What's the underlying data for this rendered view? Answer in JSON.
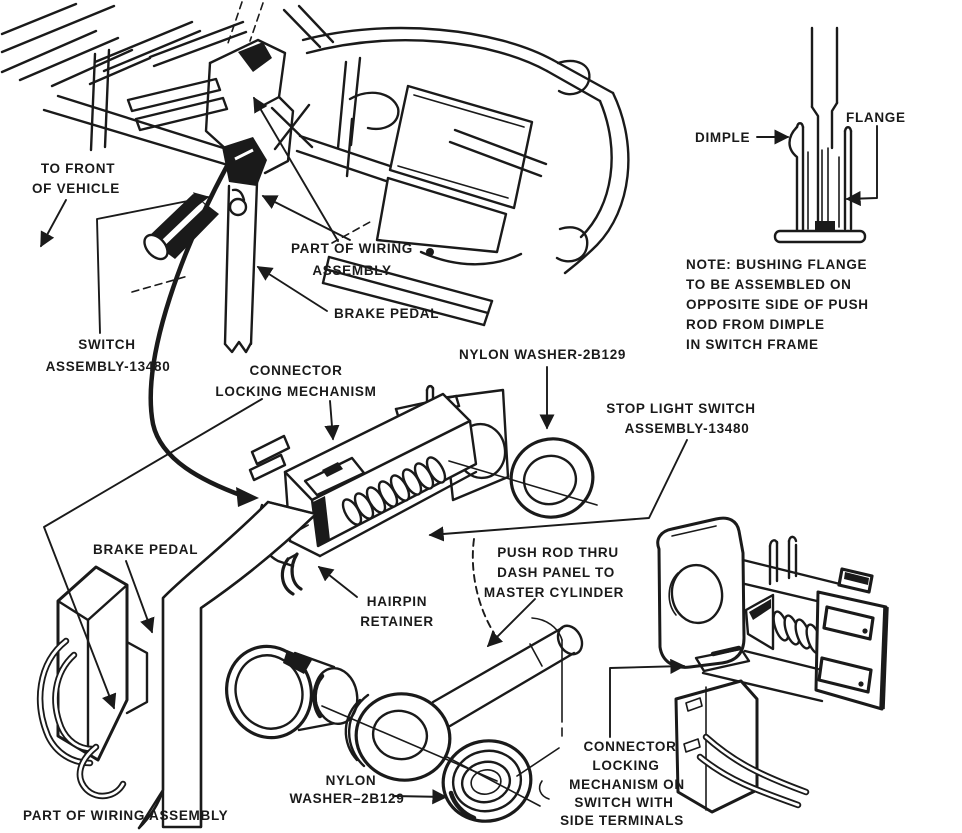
{
  "colors": {
    "ink": "#1a1a1a",
    "paper": "#ffffff"
  },
  "labels": {
    "to_front": [
      "TO FRONT",
      "OF VEHICLE"
    ],
    "wiring_top": [
      "PART OF WIRING",
      "ASSEMBLY"
    ],
    "brake_pedal_top": [
      "BRAKE PEDAL"
    ],
    "switch_assembly": [
      "SWITCH",
      "ASSEMBLY-13480"
    ],
    "dimple": [
      "DIMPLE"
    ],
    "flange": [
      "FLANGE"
    ],
    "note": [
      "NOTE: BUSHING FLANGE",
      "TO BE ASSEMBLED ON",
      "OPPOSITE SIDE OF PUSH",
      "ROD FROM DIMPLE",
      "IN SWITCH FRAME"
    ],
    "connector_locking_mid": [
      "CONNECTOR",
      "LOCKING MECHANISM"
    ],
    "nylon_washer_top": [
      "NYLON WASHER-2B129"
    ],
    "stop_light_switch": [
      "STOP LIGHT SWITCH",
      "ASSEMBLY-13480"
    ],
    "brake_pedal_left": [
      "BRAKE PEDAL"
    ],
    "hairpin_retainer": [
      "HAIRPIN",
      "RETAINER"
    ],
    "push_rod": [
      "PUSH ROD THRU",
      "DASH PANEL TO",
      "MASTER CYLINDER"
    ],
    "nylon_washer_bottom": [
      "NYLON",
      "WASHER–2B129"
    ],
    "wiring_bottom": [
      "PART OF WIRING ASSEMBLY"
    ],
    "connector_locking_bottom": [
      "CONNECTOR",
      "LOCKING",
      "MECHANISM ON",
      "SWITCH WITH",
      "SIDE TERMINALS"
    ]
  }
}
